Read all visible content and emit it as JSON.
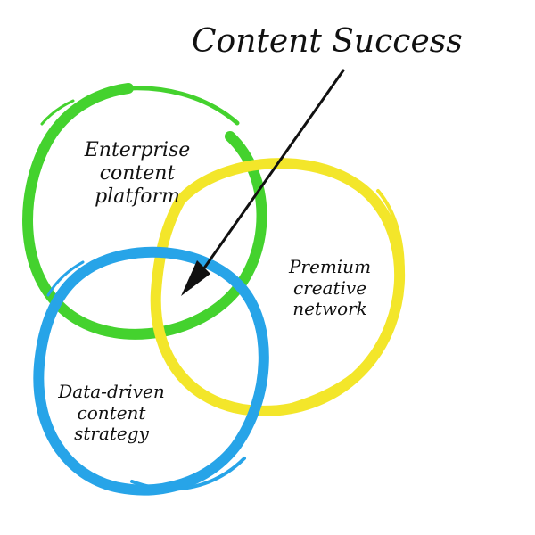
{
  "title": "Content Success",
  "circles": [
    {
      "id": "enterprise",
      "color": "#44d22e",
      "label_lines": [
        "Enterprise",
        "content",
        "platform"
      ]
    },
    {
      "id": "premium",
      "color": "#f3e62a",
      "label_lines": [
        "Premium",
        "creative",
        "network"
      ]
    },
    {
      "id": "data",
      "color": "#27a4e8",
      "label_lines": [
        "Data-driven",
        "content",
        "strategy"
      ]
    }
  ],
  "arrow": {
    "color": "#111111",
    "icon": "arrow-icon"
  }
}
